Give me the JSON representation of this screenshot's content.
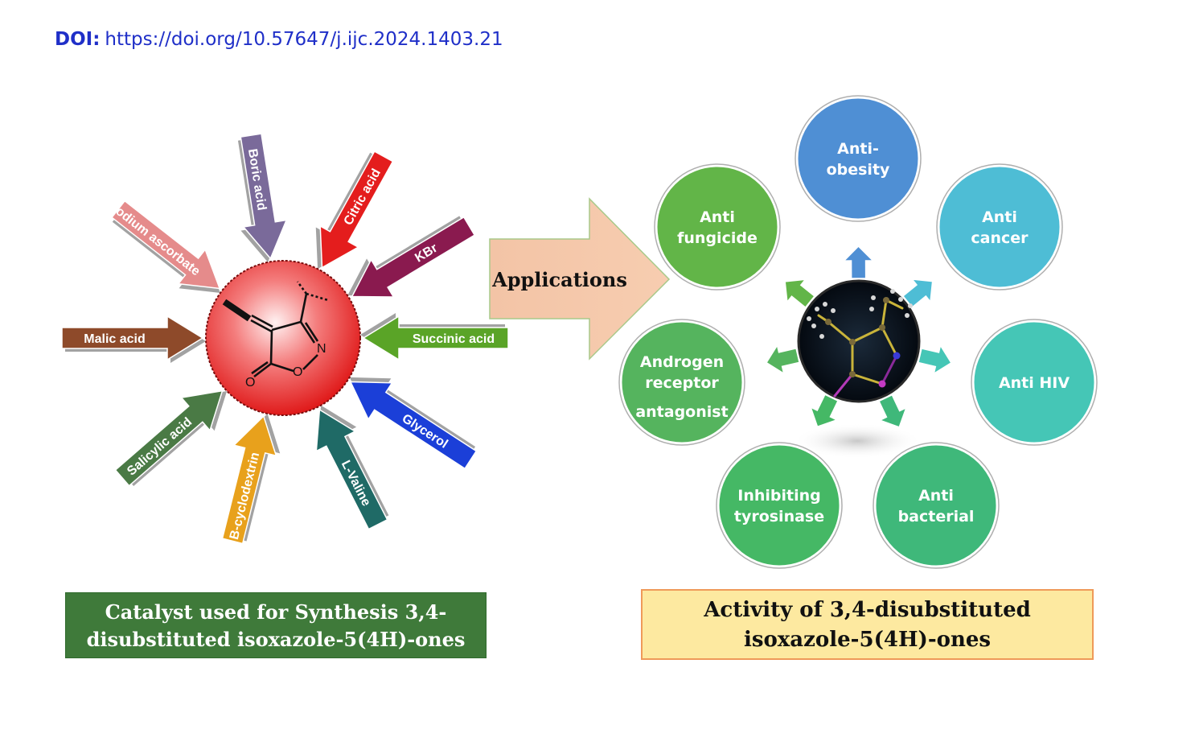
{
  "doi": {
    "label": "DOI:",
    "url": "https://doi.org/10.57647/j.ijc.2024.1403.21"
  },
  "catalysts": [
    {
      "label": "Boric acid",
      "color": "#7a6a9a"
    },
    {
      "label": "Citric acid",
      "color": "#e41d1d"
    },
    {
      "label": "KBr",
      "color": "#8a1a4f"
    },
    {
      "label": "Succinic acid",
      "color": "#5aa427"
    },
    {
      "label": "Glycerol",
      "color": "#1b3fd8"
    },
    {
      "label": "L-Valine",
      "color": "#1f6a66"
    },
    {
      "label": "B-cyclodextrin",
      "color": "#e8a11c"
    },
    {
      "label": "Salicylic acid",
      "color": "#4a7a45"
    },
    {
      "label": "Malic acid",
      "color": "#8e4a2a"
    },
    {
      "label": "Sodium ascorbate",
      "color": "#e58b8b"
    }
  ],
  "molecule": {
    "o_label": "O",
    "ring_o_label": "O",
    "n_label": "N"
  },
  "applications_label": "Applications",
  "activities": [
    {
      "line1": "Anti-",
      "line2": "obesity",
      "color": "#4f8fd4"
    },
    {
      "line1": "Anti",
      "line2": "cancer",
      "color": "#4ebdd5"
    },
    {
      "line1": "Anti HIV",
      "line2": "",
      "color": "#45c6b6"
    },
    {
      "line1": "Anti",
      "line2": "bacterial",
      "color": "#3fb87a"
    },
    {
      "line1": "Inhibiting",
      "line2": "tyrosinase",
      "color": "#45b865"
    },
    {
      "line1": "Androgen",
      "line2": "receptor",
      "line3": "antagonist",
      "color": "#55b45e"
    },
    {
      "line1": "Anti",
      "line2": "fungicide",
      "color": "#62b548"
    }
  ],
  "caption_left": {
    "line1": "Catalyst used for Synthesis 3,4-",
    "line2": "disubstituted isoxazole-5(4H)-ones"
  },
  "caption_right": {
    "line1": "Activity of 3,4-disubstituted",
    "line2": "isoxazole-5(4H)-ones"
  }
}
